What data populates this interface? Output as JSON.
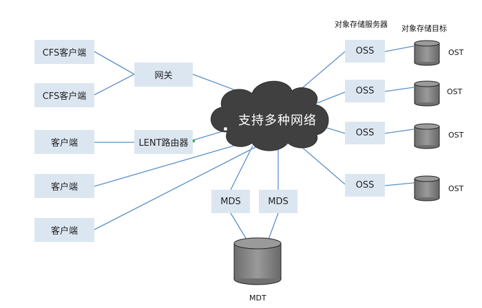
{
  "headers": {
    "oss_server": "对象存储服务器",
    "ost_target": "对象存储目标"
  },
  "clients": [
    {
      "label": "CFS客户端"
    },
    {
      "label": "CFS客户端"
    },
    {
      "label": "客户端"
    },
    {
      "label": "客户端"
    },
    {
      "label": "客户端"
    }
  ],
  "gateway": {
    "label": "网关"
  },
  "router": {
    "label": "LENT路由器"
  },
  "network": {
    "label": "支持多种网络"
  },
  "oss": [
    {
      "label": "OSS"
    },
    {
      "label": "OSS"
    },
    {
      "label": "OSS"
    },
    {
      "label": "OSS"
    }
  ],
  "ost": [
    {
      "label": "OST"
    },
    {
      "label": "OST"
    },
    {
      "label": "OST"
    },
    {
      "label": "OST"
    }
  ],
  "mds": [
    {
      "label": "MDS"
    },
    {
      "label": "MDS"
    }
  ],
  "mdt": {
    "label": "MDT"
  },
  "colors": {
    "box_fill": "#dce6f1",
    "line": "#5b8ec8",
    "cloud": "#404040",
    "cylinder": "#808080",
    "router_port": "#39a935"
  }
}
